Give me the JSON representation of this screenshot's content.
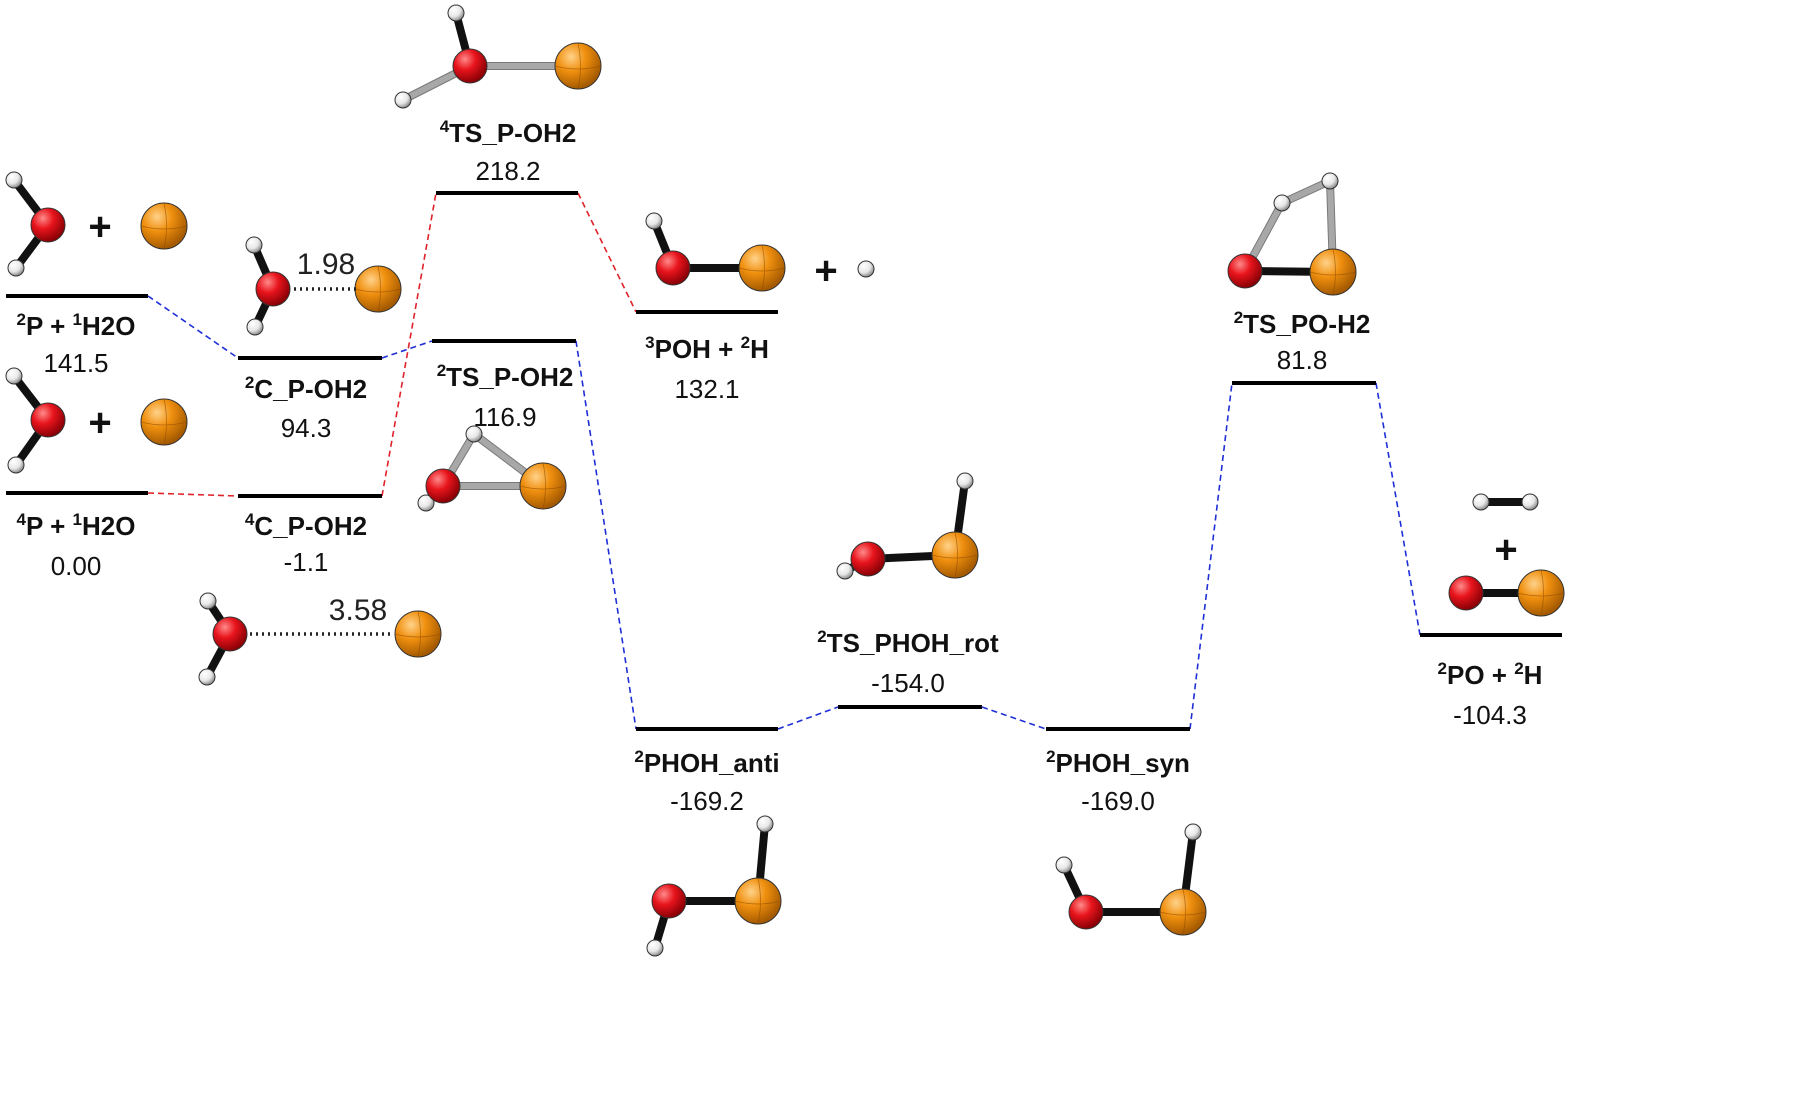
{
  "chart_data": {
    "type": "energy_profile",
    "states": [
      {
        "id": "p_h2o_doublet",
        "label_parts": [
          [
            "2",
            "P + "
          ],
          [
            "1",
            "H2O"
          ]
        ],
        "energy": "141.5"
      },
      {
        "id": "p_h2o_quartet",
        "label_parts": [
          [
            "4",
            "P + "
          ],
          [
            "1",
            "H2O"
          ]
        ],
        "energy": "0.00"
      },
      {
        "id": "c_p_oh2_doublet",
        "label_parts": [
          [
            "2",
            "C_P-OH2"
          ]
        ],
        "energy": "94.3"
      },
      {
        "id": "c_p_oh2_quartet",
        "label_parts": [
          [
            "4",
            "C_P-OH2"
          ]
        ],
        "energy": "-1.1"
      },
      {
        "id": "ts_p_oh2_quartet",
        "label_parts": [
          [
            "4",
            "TS_P-OH2"
          ]
        ],
        "energy": "218.2"
      },
      {
        "id": "ts_p_oh2_doublet",
        "label_parts": [
          [
            "2",
            "TS_P-OH2"
          ]
        ],
        "energy": "116.9"
      },
      {
        "id": "poh_h",
        "label_parts": [
          [
            "3",
            "POH + "
          ],
          [
            "2",
            "H"
          ]
        ],
        "energy": "132.1"
      },
      {
        "id": "phoh_anti",
        "label_parts": [
          [
            "2",
            "PHOH_anti"
          ]
        ],
        "energy": "-169.2"
      },
      {
        "id": "ts_phoh_rot",
        "label_parts": [
          [
            "2",
            "TS_PHOH_rot"
          ]
        ],
        "energy": "-154.0"
      },
      {
        "id": "phoh_syn",
        "label_parts": [
          [
            "2",
            "PHOH_syn"
          ]
        ],
        "energy": "-169.0"
      },
      {
        "id": "ts_po_h2",
        "label_parts": [
          [
            "2",
            "TS_PO-H2"
          ]
        ],
        "energy": "81.8"
      },
      {
        "id": "po_h",
        "label_parts": [
          [
            "2",
            "PO + "
          ],
          [
            "2",
            "H"
          ]
        ],
        "energy": "-104.3"
      }
    ],
    "connections": [
      {
        "from": "p_h2o_doublet",
        "to": "c_p_oh2_doublet",
        "color": "#1f2fd6"
      },
      {
        "from": "p_h2o_quartet",
        "to": "c_p_oh2_quartet",
        "color": "#e0222a"
      },
      {
        "from": "c_p_oh2_quartet",
        "to": "ts_p_oh2_quartet",
        "color": "#e0222a"
      },
      {
        "from": "ts_p_oh2_quartet",
        "to": "poh_h",
        "color": "#e0222a"
      },
      {
        "from": "c_p_oh2_doublet",
        "to": "ts_p_oh2_doublet",
        "color": "#1f2fd6"
      },
      {
        "from": "ts_p_oh2_doublet",
        "to": "phoh_anti",
        "color": "#1f2fd6"
      },
      {
        "from": "phoh_anti",
        "to": "ts_phoh_rot",
        "color": "#1f2fd6"
      },
      {
        "from": "ts_phoh_rot",
        "to": "phoh_syn",
        "color": "#1f2fd6"
      },
      {
        "from": "phoh_syn",
        "to": "ts_po_h2",
        "color": "#1f2fd6"
      },
      {
        "from": "ts_po_h2",
        "to": "po_h",
        "color": "#1f2fd6"
      }
    ],
    "distances": [
      "1.98",
      "3.58"
    ],
    "plus_sign": "+",
    "colors": {
      "level": "#000000",
      "doublet_path": "#1f2fd6",
      "quartet_path": "#e0222a",
      "oxygen": "#e8141c",
      "phosphorus": "#f0900f",
      "hydrogen": "#f2f2f2"
    }
  }
}
